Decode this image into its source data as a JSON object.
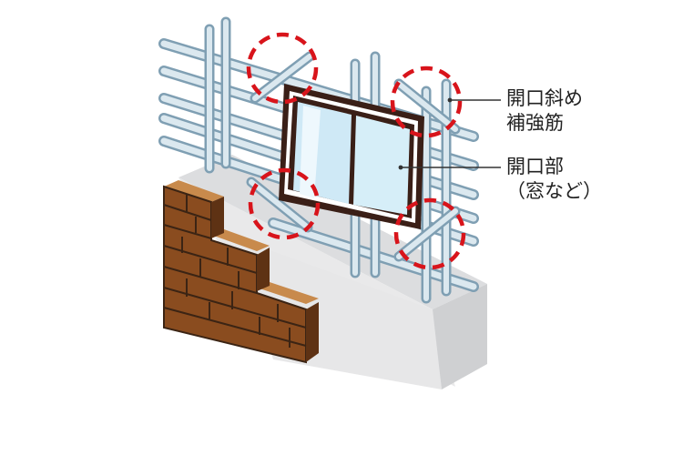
{
  "labels": {
    "reinforcement_line1": "開口斜め",
    "reinforcement_line2": "補強筋",
    "opening_line1": "開口部",
    "opening_line2": "（窓など）"
  },
  "colors": {
    "rebar": "#c7d9e4",
    "rebar_dark": "#7f9fb3",
    "concrete_front": "#e9e9ea",
    "concrete_side": "#cfd0d2",
    "concrete_top": "#dcdddf",
    "brick_front": "#8a4c1f",
    "brick_top": "#c88a4c",
    "brick_mortar": "#3b2414",
    "window_frame": "#3a1f17",
    "glass": "#cfe9f6",
    "highlight_circle": "#d8141b"
  },
  "icons": [
    "rebar-grid",
    "window",
    "brick-wall",
    "concrete-block",
    "dashed-highlight-circle"
  ]
}
